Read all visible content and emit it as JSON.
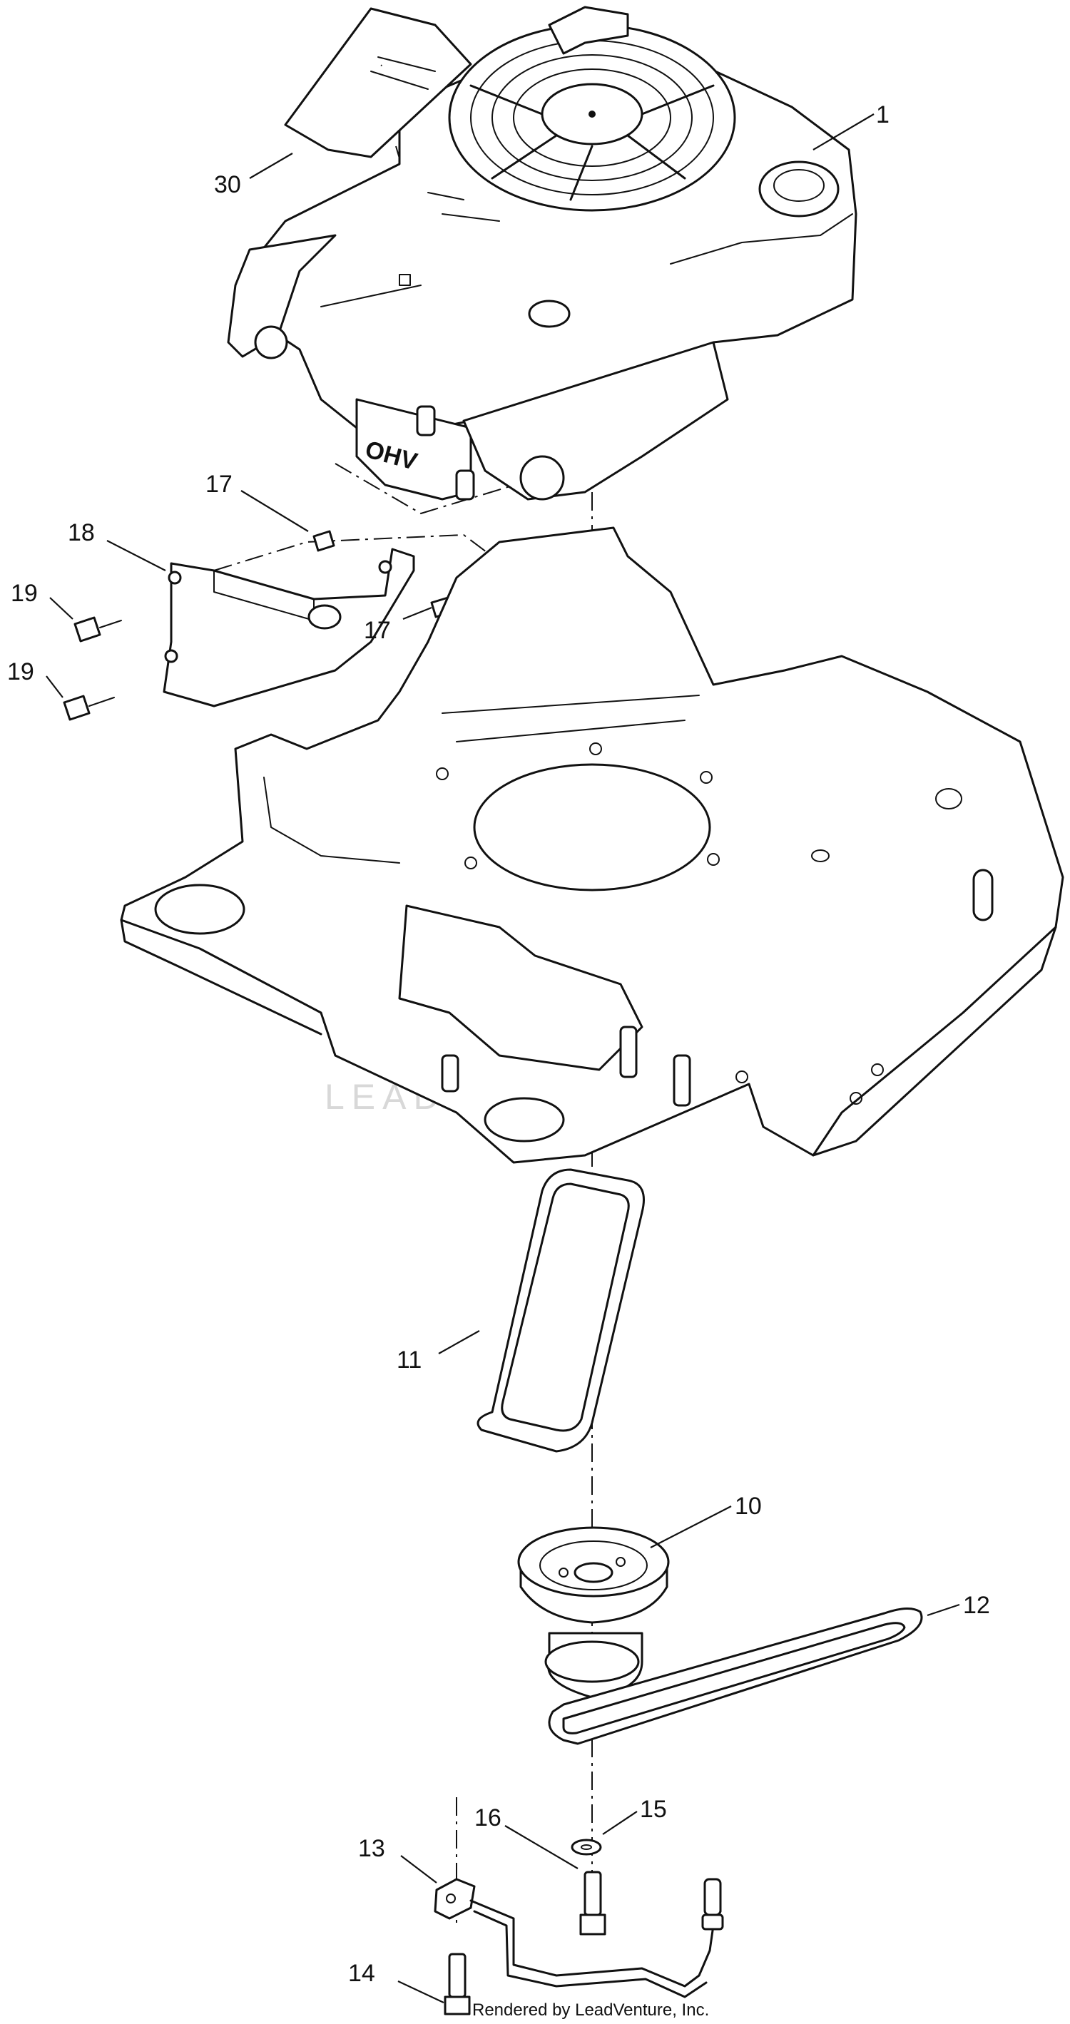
{
  "engine_logo_text": "OHV",
  "watermark": "LEADVENTURE",
  "footer_text": "Rendered by LeadVenture, Inc.",
  "callouts": [
    {
      "id": "engine",
      "label": "1"
    },
    {
      "id": "decal",
      "label": "30"
    },
    {
      "id": "bolt-upper",
      "label": "17"
    },
    {
      "id": "bolt-lower",
      "label": "17"
    },
    {
      "id": "bracket",
      "label": "18"
    },
    {
      "id": "screw-upper",
      "label": "19"
    },
    {
      "id": "screw-lower",
      "label": "19"
    },
    {
      "id": "belt-small",
      "label": "11"
    },
    {
      "id": "pulley",
      "label": "10"
    },
    {
      "id": "belt-long",
      "label": "12"
    },
    {
      "id": "washer",
      "label": "15"
    },
    {
      "id": "bolt-pulley",
      "label": "16"
    },
    {
      "id": "tube-bracket",
      "label": "13"
    },
    {
      "id": "bolt-bottom",
      "label": "14"
    }
  ]
}
